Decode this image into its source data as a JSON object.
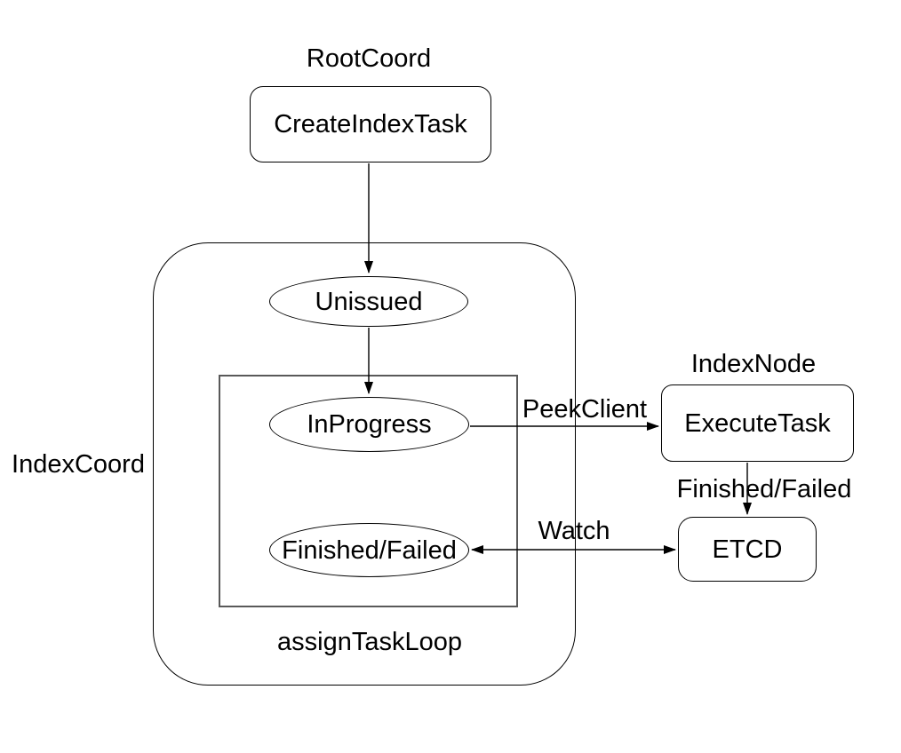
{
  "diagram": {
    "type": "flowchart",
    "groups": {
      "root_coord": {
        "label": "RootCoord"
      },
      "index_coord": {
        "label": "IndexCoord",
        "loop_label": "assignTaskLoop"
      },
      "index_node": {
        "label": "IndexNode"
      }
    },
    "nodes": {
      "create_index_task": "CreateIndexTask",
      "unissued": "Unissued",
      "in_progress": "InProgress",
      "finished_failed": "Finished/Failed",
      "execute_task": "ExecuteTask",
      "etcd": "ETCD"
    },
    "edges": {
      "peek_client": "PeekClient",
      "finished_failed": "Finished/Failed",
      "watch": "Watch"
    }
  },
  "colors": {
    "stroke": "#000000",
    "inner_loop_stroke": "#595959",
    "background": "#ffffff",
    "text": "#000000"
  }
}
